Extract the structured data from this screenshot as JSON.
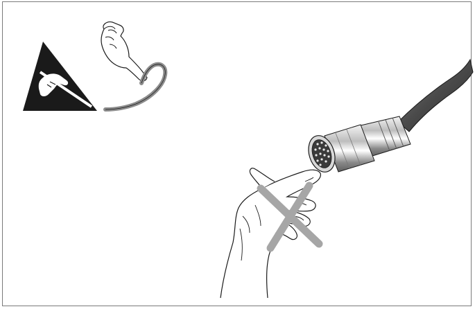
{
  "figure": {
    "esd_warning_symbol": "esd-warning-icon",
    "wrist_strap": "wrist-strap-icon",
    "connector": "circular-connector",
    "prohibited_action": "do-not-touch-connector-pins",
    "prohibition_mark": "cross-out-mark"
  },
  "colors": {
    "line": "#1a1a1a",
    "strap": "#8c8c8c",
    "cross": "#a6a6a6",
    "cable": "#555555",
    "metal_light": "#e6e6e6",
    "metal_dark": "#6e6e6e"
  }
}
